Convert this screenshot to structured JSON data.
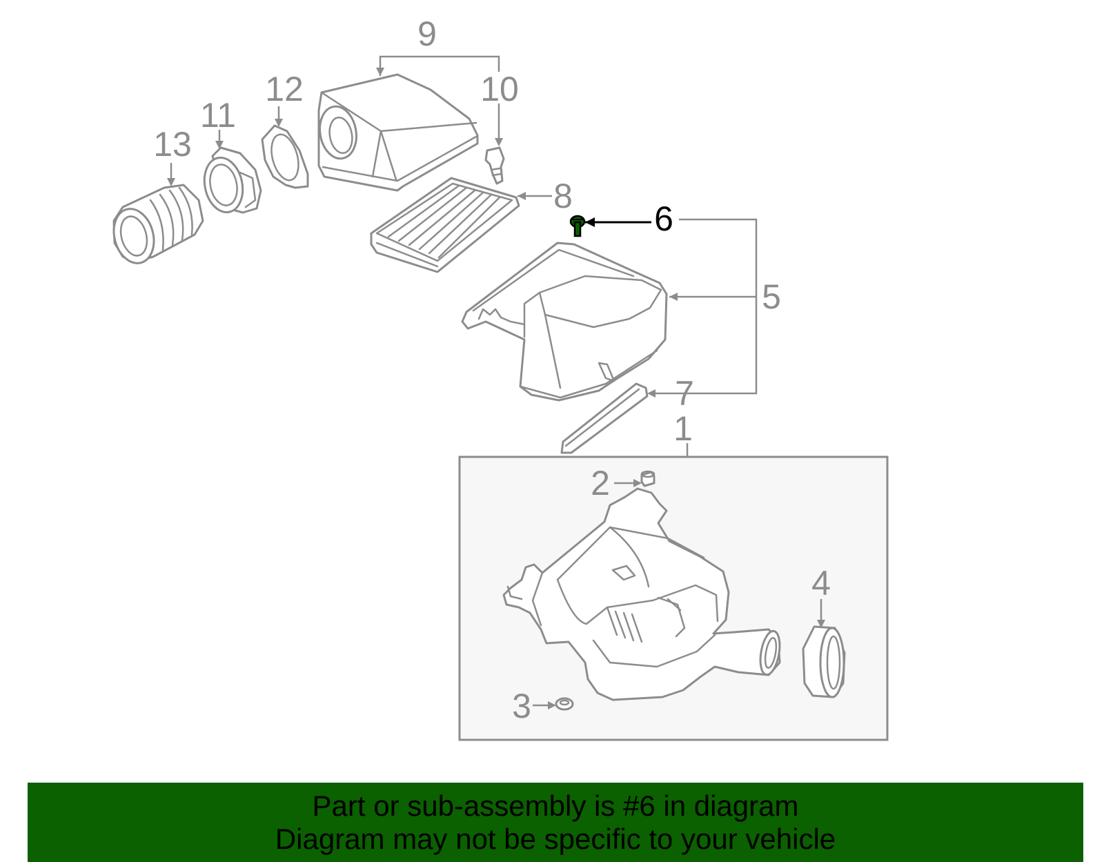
{
  "diagram": {
    "highlight_color": "#0b6000",
    "line_color": "#8c8c8c",
    "callouts": {
      "c1": "1",
      "c2": "2",
      "c3": "3",
      "c4": "4",
      "c5": "5",
      "c6": "6",
      "c7": "7",
      "c8": "8",
      "c9": "9",
      "c10": "10",
      "c11": "11",
      "c12": "12",
      "c13": "13"
    },
    "highlighted_part": "6"
  },
  "footer": {
    "background_color": "#0b6000",
    "line1": "Part or sub-assembly is #6 in diagram",
    "line2": "Diagram may not be specific to your vehicle"
  }
}
